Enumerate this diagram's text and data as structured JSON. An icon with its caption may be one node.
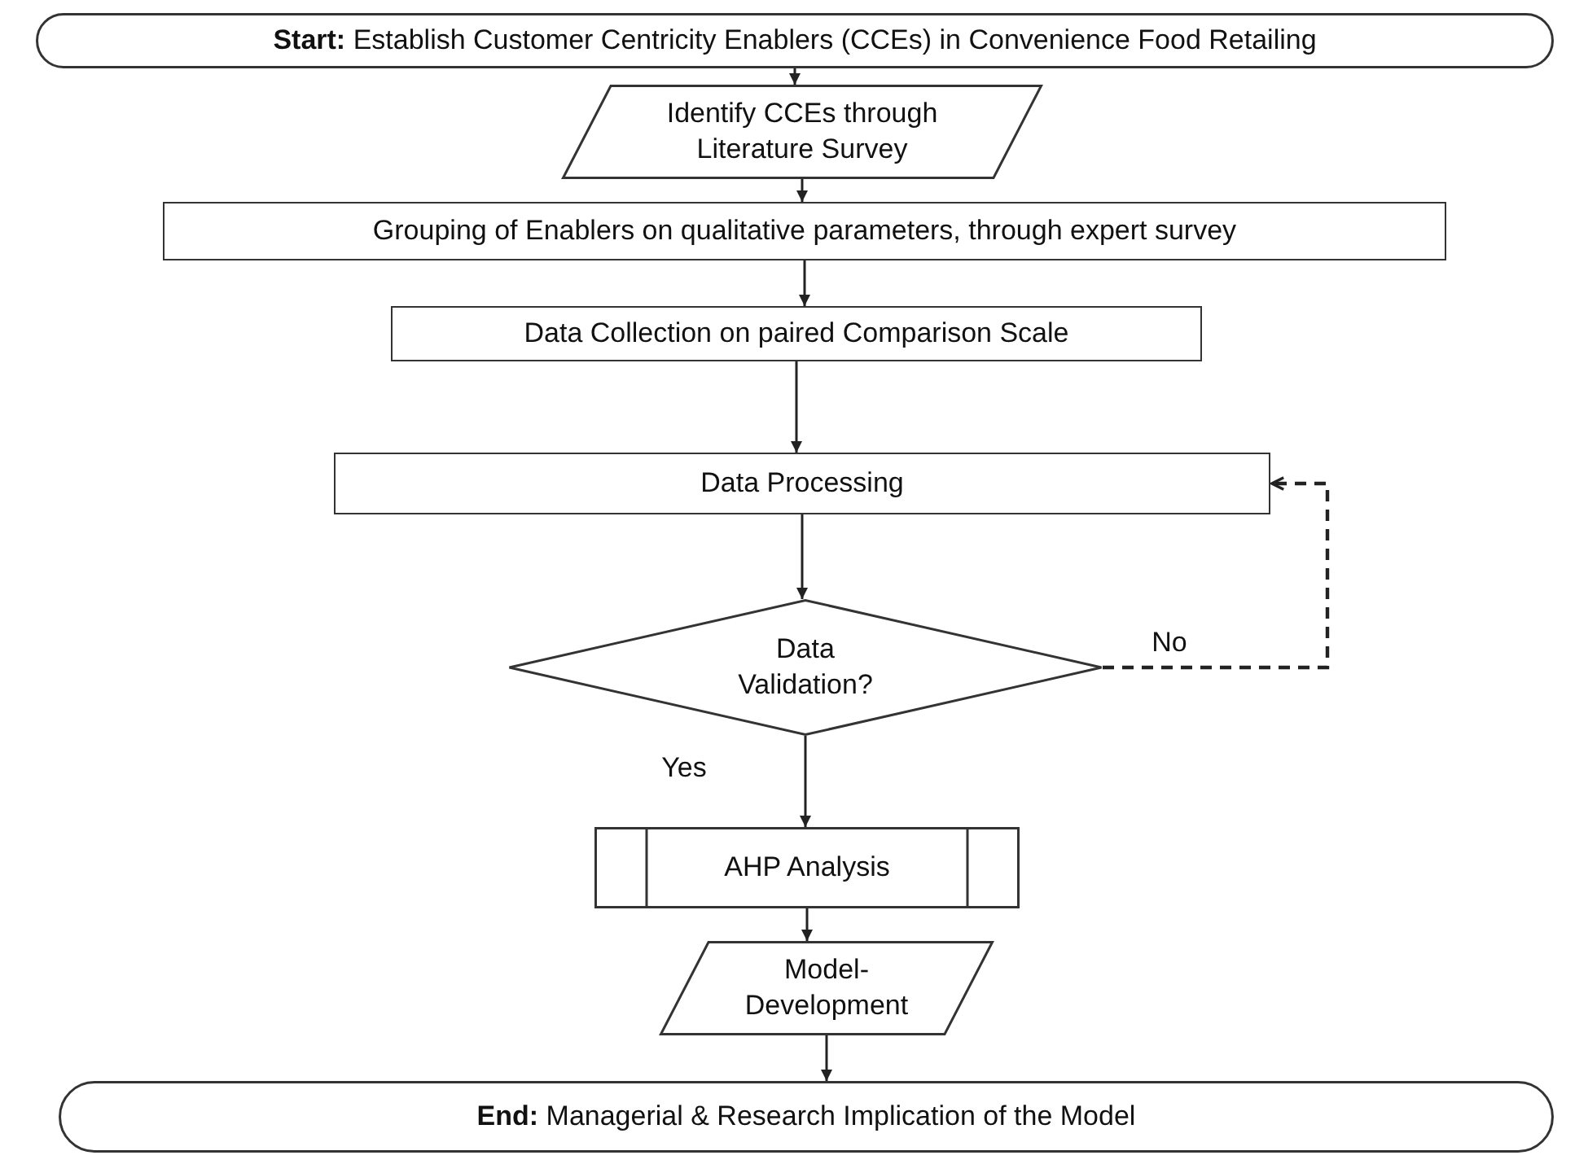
{
  "diagram": {
    "nodes": [
      {
        "text": [
          "**Start:** Establish Customer Centricity Enablers (CCEs) in Convenience Food Retailing"
        ]
      },
      {
        "text": [
          "Identify CCEs through Literature Survey"
        ]
      },
      {
        "text": [
          "Grouping of Enablers on qualitative parameters, through expert survey"
        ]
      },
      {
        "text": [
          "Data Collection on paired Comparison Scale"
        ]
      },
      {
        "text": [
          "Data Processing"
        ]
      },
      {
        "text": [
          "Data Validation?"
        ]
      },
      {
        "text": [
          "AHP Analysis"
        ]
      },
      {
        "text": [
          "Model- Development"
        ]
      },
      {
        "text": [
          "**End:** Managerial & Research Implication of the Model"
        ]
      }
    ],
    "edges": [
      {
        "from": 0,
        "to": 1,
        "arrow": "to"
      },
      {
        "from": 1,
        "to": 2,
        "arrow": "to"
      },
      {
        "from": 2,
        "to": 3,
        "arrow": "to"
      },
      {
        "from": 3,
        "to": 4,
        "arrow": "to"
      },
      {
        "from": 4,
        "to": 5,
        "arrow": "to"
      },
      {
        "from": 5,
        "to": 4,
        "label": "No",
        "arrow": "to",
        "style": "dashed"
      },
      {
        "from": 5,
        "to": 6,
        "label": "Yes",
        "arrow": "to"
      },
      {
        "from": 6,
        "to": 7,
        "arrow": "to"
      },
      {
        "from": 7,
        "to": 8,
        "arrow": "to"
      }
    ]
  }
}
